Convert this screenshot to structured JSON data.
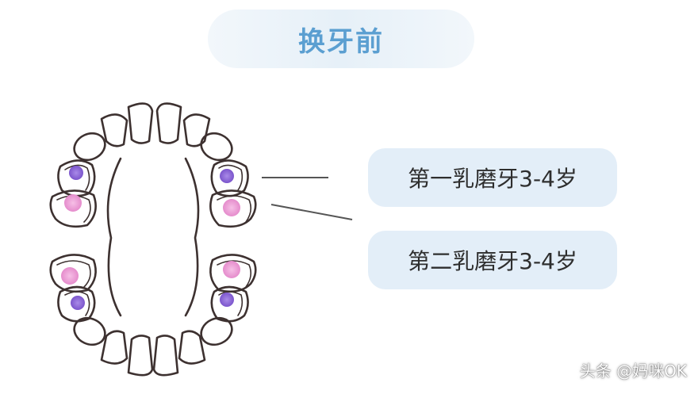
{
  "title": "换牙前",
  "labels": [
    {
      "text": "第一乳磨牙3-4岁"
    },
    {
      "text": "第二乳磨牙3-4岁"
    }
  ],
  "watermark": "头条 @妈咪OK",
  "colors": {
    "title_text": "#5b9fd1",
    "label_background": "#e3eef8",
    "tooth_outline": "#3d3130",
    "first_molar_fill": "#8f6ad6",
    "second_molar_fill": "#ef99d6"
  }
}
